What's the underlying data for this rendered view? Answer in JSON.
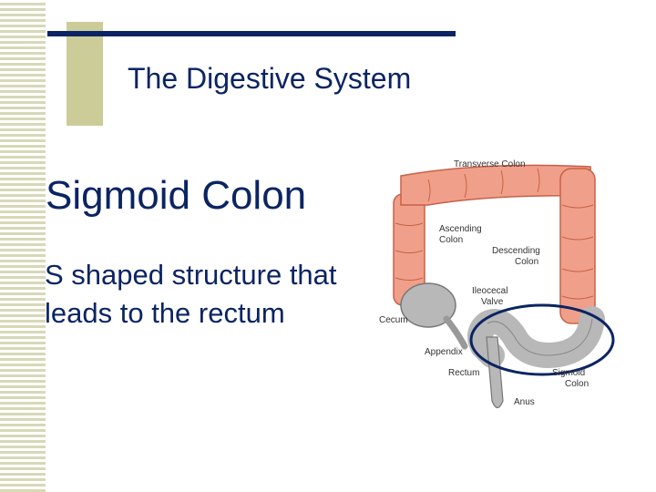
{
  "slide": {
    "title": "The Digestive System",
    "heading": "Sigmoid Colon",
    "body": "S shaped structure that leads to the rectum"
  },
  "diagram": {
    "labels": {
      "transverse": "Transverse Colon",
      "ascending_1": "Ascending",
      "ascending_2": "Colon",
      "descending_1": "Descending",
      "descending_2": "Colon",
      "ileocecal_1": "Ileocecal",
      "ileocecal_2": "Valve",
      "cecum": "Cecum",
      "appendix": "Appendix",
      "rectum": "Rectum",
      "sigmoid_1": "Sigmoid",
      "sigmoid_2": "Colon",
      "anus": "Anus"
    },
    "colors": {
      "colon": "#f0a08a",
      "colon_outline": "#c86048",
      "lower_tract": "#b8b8b8",
      "highlight_ring": "#0b2463"
    }
  }
}
